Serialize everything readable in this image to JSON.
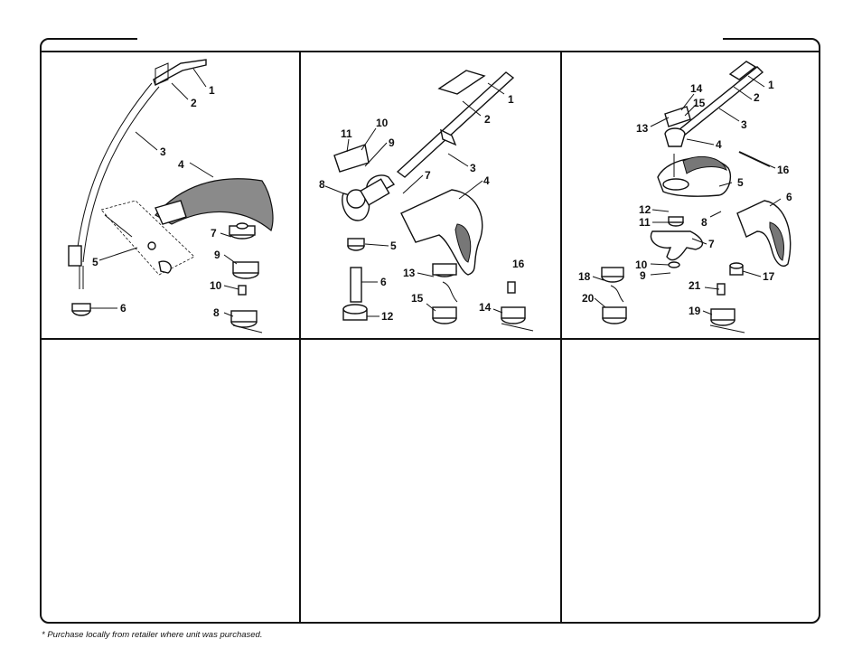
{
  "panels": [
    {
      "callouts": [
        "1",
        "2",
        "3",
        "4",
        "5",
        "6",
        "7",
        "8",
        "9",
        "10"
      ]
    },
    {
      "callouts": [
        "1",
        "2",
        "3",
        "4",
        "5",
        "6",
        "7",
        "8",
        "9",
        "10",
        "11",
        "12",
        "13",
        "14",
        "15",
        "16"
      ]
    },
    {
      "callouts": [
        "1",
        "2",
        "3",
        "4",
        "5",
        "6",
        "7",
        "8",
        "9",
        "10",
        "11",
        "12",
        "13",
        "14",
        "15",
        "16",
        "17",
        "18",
        "19",
        "20",
        "21"
      ]
    }
  ],
  "footnote": "* Purchase locally from retailer where unit was purchased."
}
